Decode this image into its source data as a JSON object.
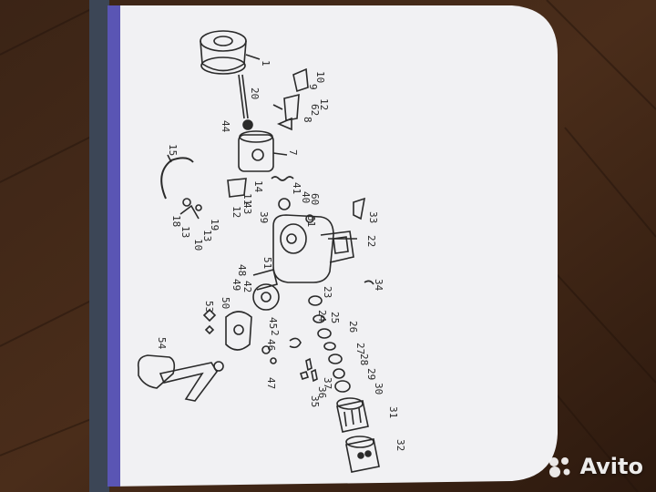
{
  "photo": {
    "subject": "exploded parts diagram of a spinning fishing reel printed on a box",
    "colors": {
      "table": "#3a2416",
      "box_top": "#f2f2f4",
      "box_stripe": "#5b55b3",
      "ink": "#2a2a2a"
    }
  },
  "part_numbers": [
    "1",
    "10",
    "9",
    "12",
    "62",
    "8",
    "20",
    "44",
    "7",
    "15",
    "41",
    "14",
    "11",
    "13",
    "18",
    "19",
    "10",
    "43",
    "12",
    "39",
    "40",
    "60",
    "61",
    "33",
    "22",
    "48",
    "51",
    "49",
    "42",
    "50",
    "53",
    "34",
    "23",
    "24",
    "25",
    "26",
    "27",
    "28",
    "29",
    "30",
    "31",
    "32",
    "45",
    "46",
    "47",
    "37",
    "36",
    "35",
    "54",
    "2",
    "13"
  ],
  "watermark": {
    "text": "Avito"
  }
}
